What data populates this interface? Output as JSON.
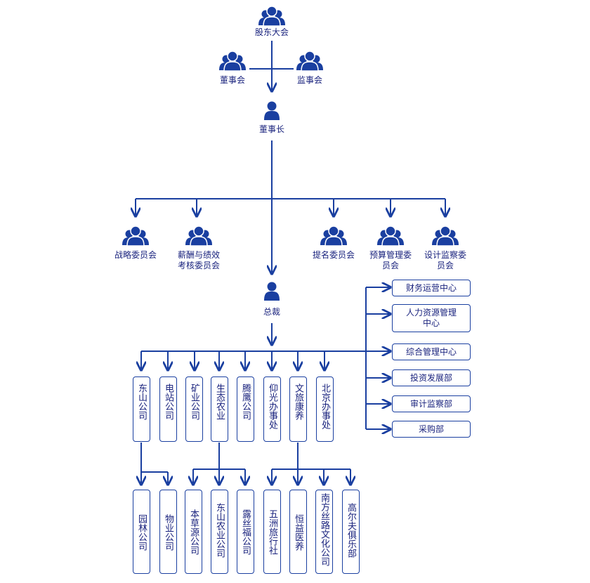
{
  "colors": {
    "line": "#1a3fa0",
    "icon": "#1a3fa0",
    "text": "#1a237e"
  },
  "top": {
    "shareholders": {
      "label": "股东大会",
      "icon": "group-icon"
    },
    "board": {
      "label": "董事会",
      "icon": "group-icon"
    },
    "supervisors": {
      "label": "监事会",
      "icon": "group-icon"
    },
    "chairman": {
      "label": "董事长",
      "icon": "person-icon"
    }
  },
  "committees": [
    {
      "label": "战略委员会"
    },
    {
      "label": "薪酬与绩效\n考核委员会"
    },
    {
      "label": "提名委员会"
    },
    {
      "label": "预算管理委\n员会"
    },
    {
      "label": "设计监察委\n员会"
    }
  ],
  "president": {
    "label": "总裁",
    "icon": "person-icon"
  },
  "centers": [
    {
      "label": "财务运营中心"
    },
    {
      "label": "人力资源管理\n中心"
    },
    {
      "label": "综合管理中心"
    },
    {
      "label": "投资发展部"
    },
    {
      "label": "审计监察部"
    },
    {
      "label": "采购部"
    }
  ],
  "divisions": [
    {
      "label": "东山公司"
    },
    {
      "label": "电站公司"
    },
    {
      "label": "矿业公司"
    },
    {
      "label": "生态农业"
    },
    {
      "label": "腾鹰公司"
    },
    {
      "label": "仰光办事处"
    },
    {
      "label": "文旅康养"
    },
    {
      "label": "北京办事处"
    }
  ],
  "subsidiaries": [
    {
      "label": "园林公司"
    },
    {
      "label": "物业公司"
    },
    {
      "label": "本草源公司"
    },
    {
      "label": "东山农业公司"
    },
    {
      "label": "露丝福公司"
    },
    {
      "label": "五洲旅行社"
    },
    {
      "label": "恒益医养"
    },
    {
      "label": "南方丝路文化公司"
    },
    {
      "label": "高尔夫俱乐部"
    }
  ]
}
